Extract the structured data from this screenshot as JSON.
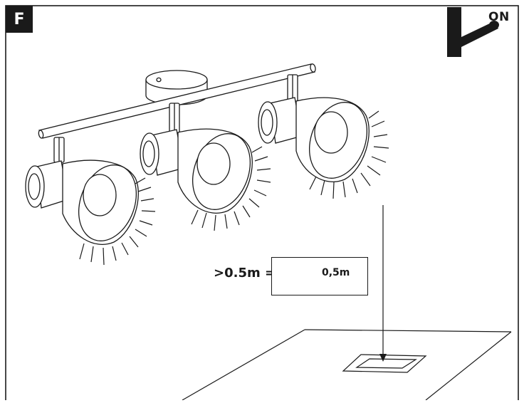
{
  "step": {
    "label": "F"
  },
  "switch": {
    "label": "ON",
    "icon": "switch-on-icon"
  },
  "distance": {
    "equation_label": ">0.5m =",
    "box_value": "0,5m",
    "icons": [
      "lamp-icon",
      "surface-hatch-icon"
    ]
  },
  "illustration": {
    "spotlights": 3,
    "icons": [
      "ceiling-mount-icon",
      "spotlight-icon",
      "floor-target-icon"
    ]
  }
}
